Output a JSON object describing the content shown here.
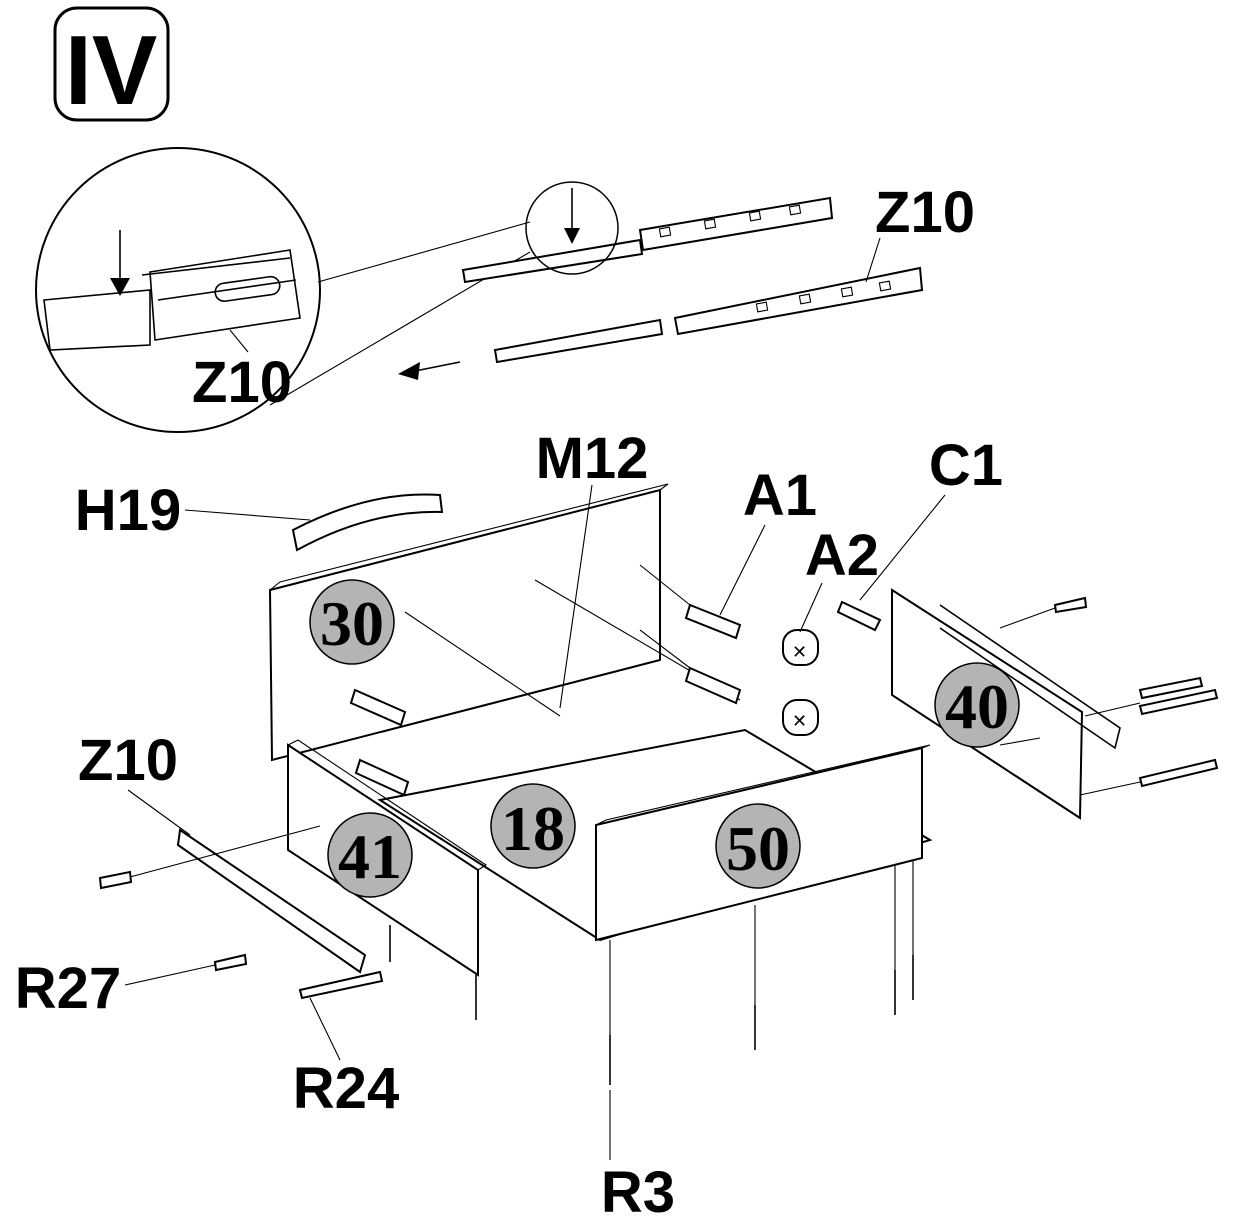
{
  "step": {
    "label": "IV"
  },
  "detail": {
    "label": "Z10"
  },
  "labels": {
    "z10_top": "Z10",
    "m12": "M12",
    "h19": "H19",
    "a1": "A1",
    "a2": "A2",
    "c1": "C1",
    "z10_side": "Z10",
    "r27": "R27",
    "r24": "R24",
    "r3": "R3"
  },
  "parts": {
    "p30": "30",
    "p40": "40",
    "p41": "41",
    "p18": "18",
    "p50": "50"
  },
  "colors": {
    "line": "#000000",
    "part_badge": "#b4b4b4",
    "background": "#ffffff"
  }
}
